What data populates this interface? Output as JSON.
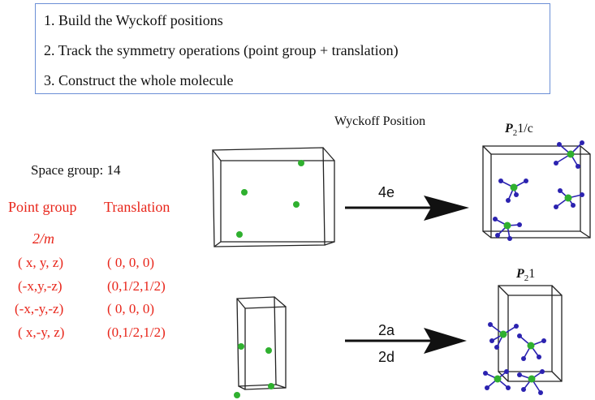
{
  "steps": [
    "1. Build the Wyckoff positions",
    "2. Track the symmetry operations (point group + translation)",
    "3. Construct the whole molecule"
  ],
  "wyckoff_header": "Wyckoff Position",
  "space_group_label": "Space group: 14",
  "table": {
    "point_group_header": "Point group",
    "translation_header": "Translation",
    "point_group_symbol": "2/m",
    "rows": [
      {
        "point_group": "( x, y, z)",
        "translation": "( 0,  0,  0)"
      },
      {
        "point_group": "(-x,y,-z)",
        "translation": "(0,1/2,1/2)"
      },
      {
        "point_group": "(-x,-y,-z)",
        "translation": "( 0,  0,  0)"
      },
      {
        "point_group": "( x,-y, z)",
        "translation": "(0,1/2,1/2)"
      }
    ]
  },
  "arrows": {
    "top_label": "4e",
    "bottom_label_1": "2a",
    "bottom_label_2": "2d"
  },
  "space_groups": {
    "top_prefix": "P",
    "top_sub": "2",
    "top_suffix": "1/c",
    "bottom_prefix": "P",
    "bottom_sub": "2",
    "bottom_suffix": "1"
  },
  "colors": {
    "box_border": "#6b8fd6",
    "red_text": "#e8251a",
    "atom_green": "#2fb02f",
    "atom_blue": "#2b22b0",
    "cell_line": "#222222"
  }
}
